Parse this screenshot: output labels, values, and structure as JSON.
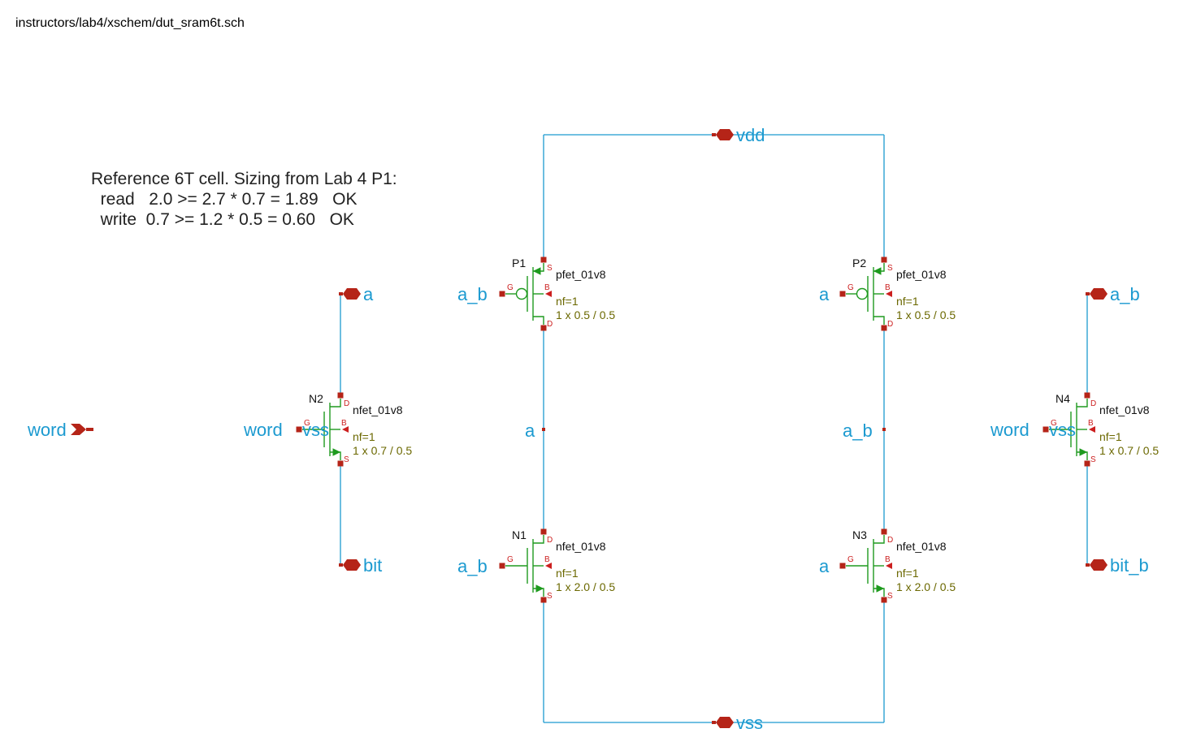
{
  "schematic": {
    "path": "instructors/lab4/xschem/dut_sram6t.sch",
    "note_lines": [
      "Reference 6T cell. Sizing from Lab 4 P1:",
      "  read   2.0 >= 2.7 * 0.7 = 1.89   OK",
      "  write  0.7 >= 1.2 * 0.5 = 0.60   OK"
    ],
    "pins": {
      "vdd": "vdd",
      "vss": "vss",
      "word": "word",
      "a": "a",
      "a_b": "a_b",
      "bit": "bit",
      "bit_b": "bit_b"
    },
    "net_labels": {
      "node_a": "a",
      "node_a_b": "a_b"
    },
    "pin_letters": {
      "g": "G",
      "d": "D",
      "s": "S",
      "b": "B"
    },
    "devices": [
      {
        "id": "P1",
        "ref": "P1",
        "model": "pfet_01v8",
        "nf": "nf=1",
        "size": "1 x 0.5 / 0.5",
        "gate": "a_b",
        "body": ""
      },
      {
        "id": "P2",
        "ref": "P2",
        "model": "pfet_01v8",
        "nf": "nf=1",
        "size": "1 x 0.5 / 0.5",
        "gate": "a",
        "body": ""
      },
      {
        "id": "N1",
        "ref": "N1",
        "model": "nfet_01v8",
        "nf": "nf=1",
        "size": "1 x 2.0 / 0.5",
        "gate": "a_b",
        "body": ""
      },
      {
        "id": "N3",
        "ref": "N3",
        "model": "nfet_01v8",
        "nf": "nf=1",
        "size": "1 x 2.0 / 0.5",
        "gate": "a",
        "body": ""
      },
      {
        "id": "N2",
        "ref": "N2",
        "model": "nfet_01v8",
        "nf": "nf=1",
        "size": "1 x 0.7 / 0.5",
        "gate": "word",
        "body": "vss"
      },
      {
        "id": "N4",
        "ref": "N4",
        "model": "nfet_01v8",
        "nf": "nf=1",
        "size": "1 x 0.7 / 0.5",
        "gate": "word",
        "body": "vss"
      }
    ],
    "colors": {
      "wire": "#1c9ad0",
      "device": "#1e9a1e",
      "pin_marker": "#b52418",
      "pin_letter": "#cc1f1f",
      "param_text": "#6b6800"
    }
  }
}
